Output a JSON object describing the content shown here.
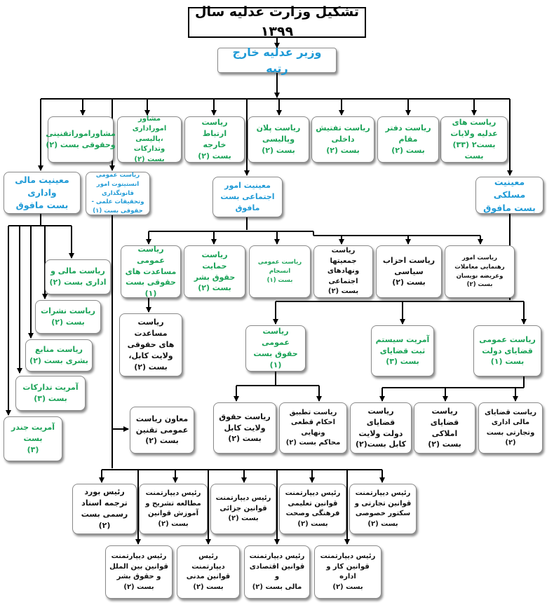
{
  "title": "تشکیل وزارت عدلیه سال ۱۳۹۹",
  "minister": "وزیر عدلیه خارج رتبه",
  "row1": {
    "provinces": "ریاست های\nعدلیه ولایات\nبست۲ (۳۳) بست",
    "office": "ریاست دفتر\nمقام\nبست (۲)",
    "inspection": "ریاست تفتیش\nداخلی\nبست (۲)",
    "plan": "ریاست پلان\nوپالیسی\nبست (۲)",
    "foreign": "ریاست ارتباط\nخارجه\nبست (۲)",
    "advisor_policy": "مشاور اموراداری\n،پالیسی وتدارکات\nبست (۲)",
    "advisor_legal": "مشاوراموراتقنینی\nوحقوقی بست (۲)"
  },
  "deputies": {
    "finance": "معینیت مالی واداری\nبست مافوق",
    "social": "معینیت امور\nاجتماعی بست مافوق",
    "professional": "معینیت مسلکی\nبست مافوق",
    "institute": "ریاست عمومی انستیتوت امور\nقانونگذاری وتحقیقات علمی -\nحقوقی بست (۱)"
  },
  "finance_units": {
    "fin_admin": "ریاست مالی و\nاداری بست (۲)",
    "publications": "ریاست نشرات\nبست (۲)",
    "hr": "ریاست منابع\nبشری بست (۲)",
    "procurement": "آمریت تدارکات\nبست (۳)",
    "gender": "آمریت جندر\nبست\n(۳)"
  },
  "social_units": {
    "legal_aid": "ریاست عمومی\nمساعدت های\nحقوقی بست (۱)",
    "human_rights": "ریاست حمایت\nحقوق بشر\nبست (۲)",
    "harmony": "ریاست عمومی\nانسجام\nبست (۱)",
    "associations": "ریاست جمعیتها\nونهادهای اجتماعی\nبست (۲)",
    "parties": "ریاست احزاب\nسیاسی\nبست (۲)",
    "guidance": "ریاست امور\nرهنمایی معاملات\nوعریضه نویسان\nبست (۲)"
  },
  "kabul_legal_aid": "ریاست مساعدت\nهای حقوقی\nولایت کابل،\nبست (۲)",
  "prof_units": {
    "huquq": "ریاست عمومی\nحقوق بست (۱)",
    "registry": "آمریت سیستم\nثبت قضایای\nبست (۳)",
    "state_cases": "ریاست عمومی\nقضایای دولت\nبست (۱)"
  },
  "huquq_units": {
    "kabul_huquq": "ریاست حقوق\nولایت کابل\nبست (۲)",
    "enforcement": "ریاست تطبیق\nاحکام قطعی ونهایی\nمحاکم بست (۲)"
  },
  "state_units": {
    "kabul_state": "ریاست قضایای\nدولت ولایت\nکابل بست(۲)",
    "property": "ریاست قضایای\nاملاکی\nبست (۲)",
    "finance_cases": "ریاست قضایای\nمالی اداری\nوتجارتی بست (۲)"
  },
  "deputy_legislation": "معاون ریاست\nعمومی تقنین\nبست (۲)",
  "taqnin_row1": {
    "translation": "رئیس بورد\nترجمه اسناد\nرسمی بست (۲)",
    "comparative": "رئیس دیپارتمنت\nمطالعه تشریح و\nآموزش قوانین\nبست (۲)",
    "criminal": "رئیس دیپارتمنت\nقوانین جزائی\nبست (۲)",
    "education": "رئیس دیپارتمنت\nقوانین تعلیمی\nفرهنگی وصحت\nبست (۲)",
    "commercial": "رئیس دیپارتمنت\nقوانین تجارتی و\nسکتور خصوصی\nبست (۲)"
  },
  "taqnin_row2": {
    "international": "رئیس دیپارتمنت\nقوانین بین الملل\nو حقوق بشر\nبست (۲)",
    "civil": "رئیس دیپارتمنت\nقوانین مدنی\nبست (۲)",
    "economic": "رئیس دیپارتمنت\nقوانین اقتصادی و\nمالی بست (۲)",
    "labor": "رئیس دیپارتمنت\nقوانین کار و اداره\nبست (۲)"
  }
}
